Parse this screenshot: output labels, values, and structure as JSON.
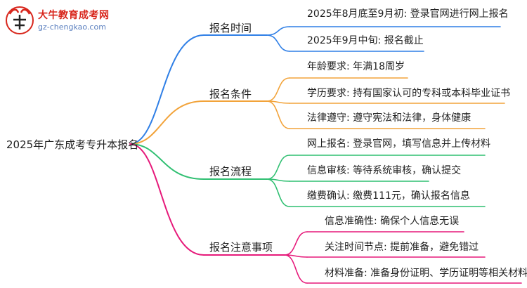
{
  "logo": {
    "title": "大牛教育成考网",
    "url": "gz-chengkao.com"
  },
  "root": {
    "label": "2025年广东成考专升本报名"
  },
  "branches": [
    {
      "label": "报名时间",
      "color": "#2f7fe6",
      "items": [
        "2025年8月底至9月初: 登录官网进行网上报名",
        "2025年9月中旬: 报名截止"
      ]
    },
    {
      "label": "报名条件",
      "color": "#f2a33a",
      "items": [
        "年龄要求: 年满18周岁",
        "学历要求: 持有国家认可的专科或本科毕业证书",
        "法律遵守: 遵守宪法和法律，身体健康"
      ]
    },
    {
      "label": "报名流程",
      "color": "#2fbf71",
      "items": [
        "网上报名: 登录官网，填写信息并上传材料",
        "信息审核: 等待系统审核，确认提交",
        "缴费确认: 缴费111元，确认报名信息"
      ]
    },
    {
      "label": "报名注意事项",
      "color": "#e6197a",
      "items": [
        "信息准确性: 确保个人信息无误",
        "关注时间节点: 提前准备，避免错过",
        "材料准备: 准备身份证明、学历证明等相关材料"
      ]
    }
  ]
}
